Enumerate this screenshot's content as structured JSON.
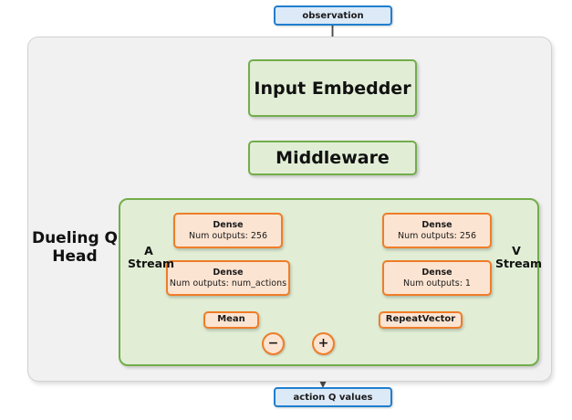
{
  "diagram": {
    "title_label": "Dueling Q Head",
    "io_nodes": {
      "input": "observation",
      "output": "action Q values"
    },
    "green_nodes": [
      {
        "id": "input-embedder",
        "label": "Input Embedder"
      },
      {
        "id": "middleware",
        "label": "Middleware"
      }
    ],
    "streams": [
      {
        "id": "a-stream",
        "label": "A\nStream",
        "label_line1": "A",
        "label_line2": "Stream",
        "layers": [
          {
            "name": "Dense",
            "sub": "Num outputs: 256"
          },
          {
            "name": "Dense",
            "sub": "Num outputs: num_actions"
          },
          {
            "name": "Mean",
            "sub": ""
          }
        ],
        "op": "−"
      },
      {
        "id": "v-stream",
        "label_line1": "V",
        "label_line2": "Stream",
        "layers": [
          {
            "name": "Dense",
            "sub": "Num outputs: 256"
          },
          {
            "name": "Dense",
            "sub": "Num outputs: 1"
          },
          {
            "name": "RepeatVector",
            "sub": ""
          }
        ],
        "op": "+"
      }
    ],
    "operators": {
      "minus": "−",
      "plus": "+"
    },
    "colors": {
      "io_fill": "#dce9f7",
      "io_stroke": "#1f7fcf",
      "green_fill": "#e1eed5",
      "green_stroke": "#72ad4b",
      "orange_fill": "#fce4d2",
      "orange_stroke": "#ef7d28",
      "outer_fill": "#f1f1f1",
      "outer_stroke": "#d2d2d2",
      "edge": "#1c1c1c"
    }
  }
}
